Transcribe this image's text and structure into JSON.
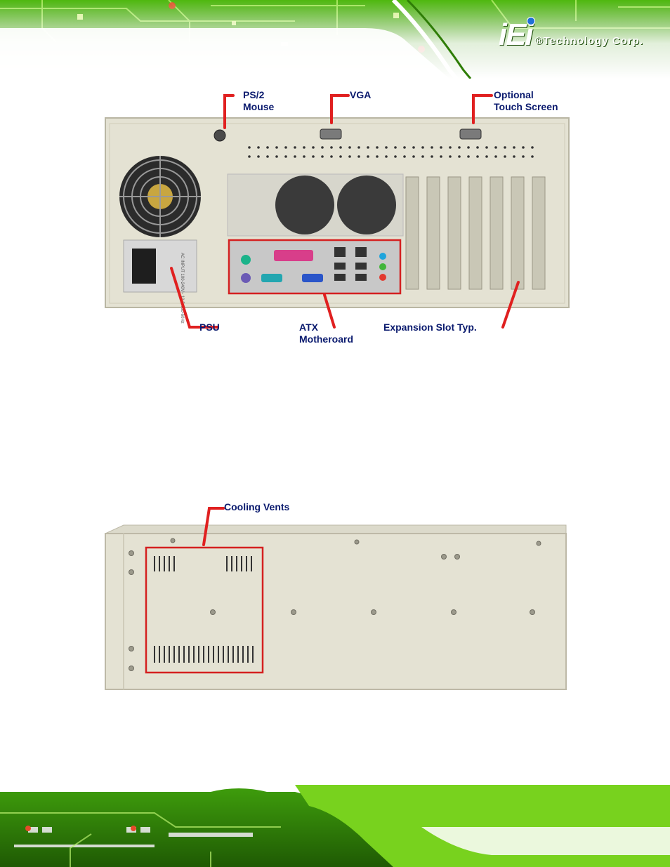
{
  "header": {
    "logo_mark": "iEi",
    "logo_text": "®Technology Corp."
  },
  "figure_rear": {
    "callouts": {
      "ps2_mouse": "PS/2\nMouse",
      "vga": "VGA",
      "touch_screen": "Optional\nTouch Screen",
      "psu": "PSU",
      "atx": "ATX\nMotheroard",
      "expansion": "Expansion Slot Typ."
    },
    "psu_label": "AC INPUT 100-240V~ 10-5A 50-60Hz"
  },
  "figure_side": {
    "callouts": {
      "cooling_vents": "Cooling Vents"
    }
  },
  "colors": {
    "callout_text": "#0a1a6e",
    "callout_line": "#e02020",
    "chassis": "#e4e2d3",
    "banner_green": "#5fc81a",
    "highlight_box": "#d42020"
  }
}
